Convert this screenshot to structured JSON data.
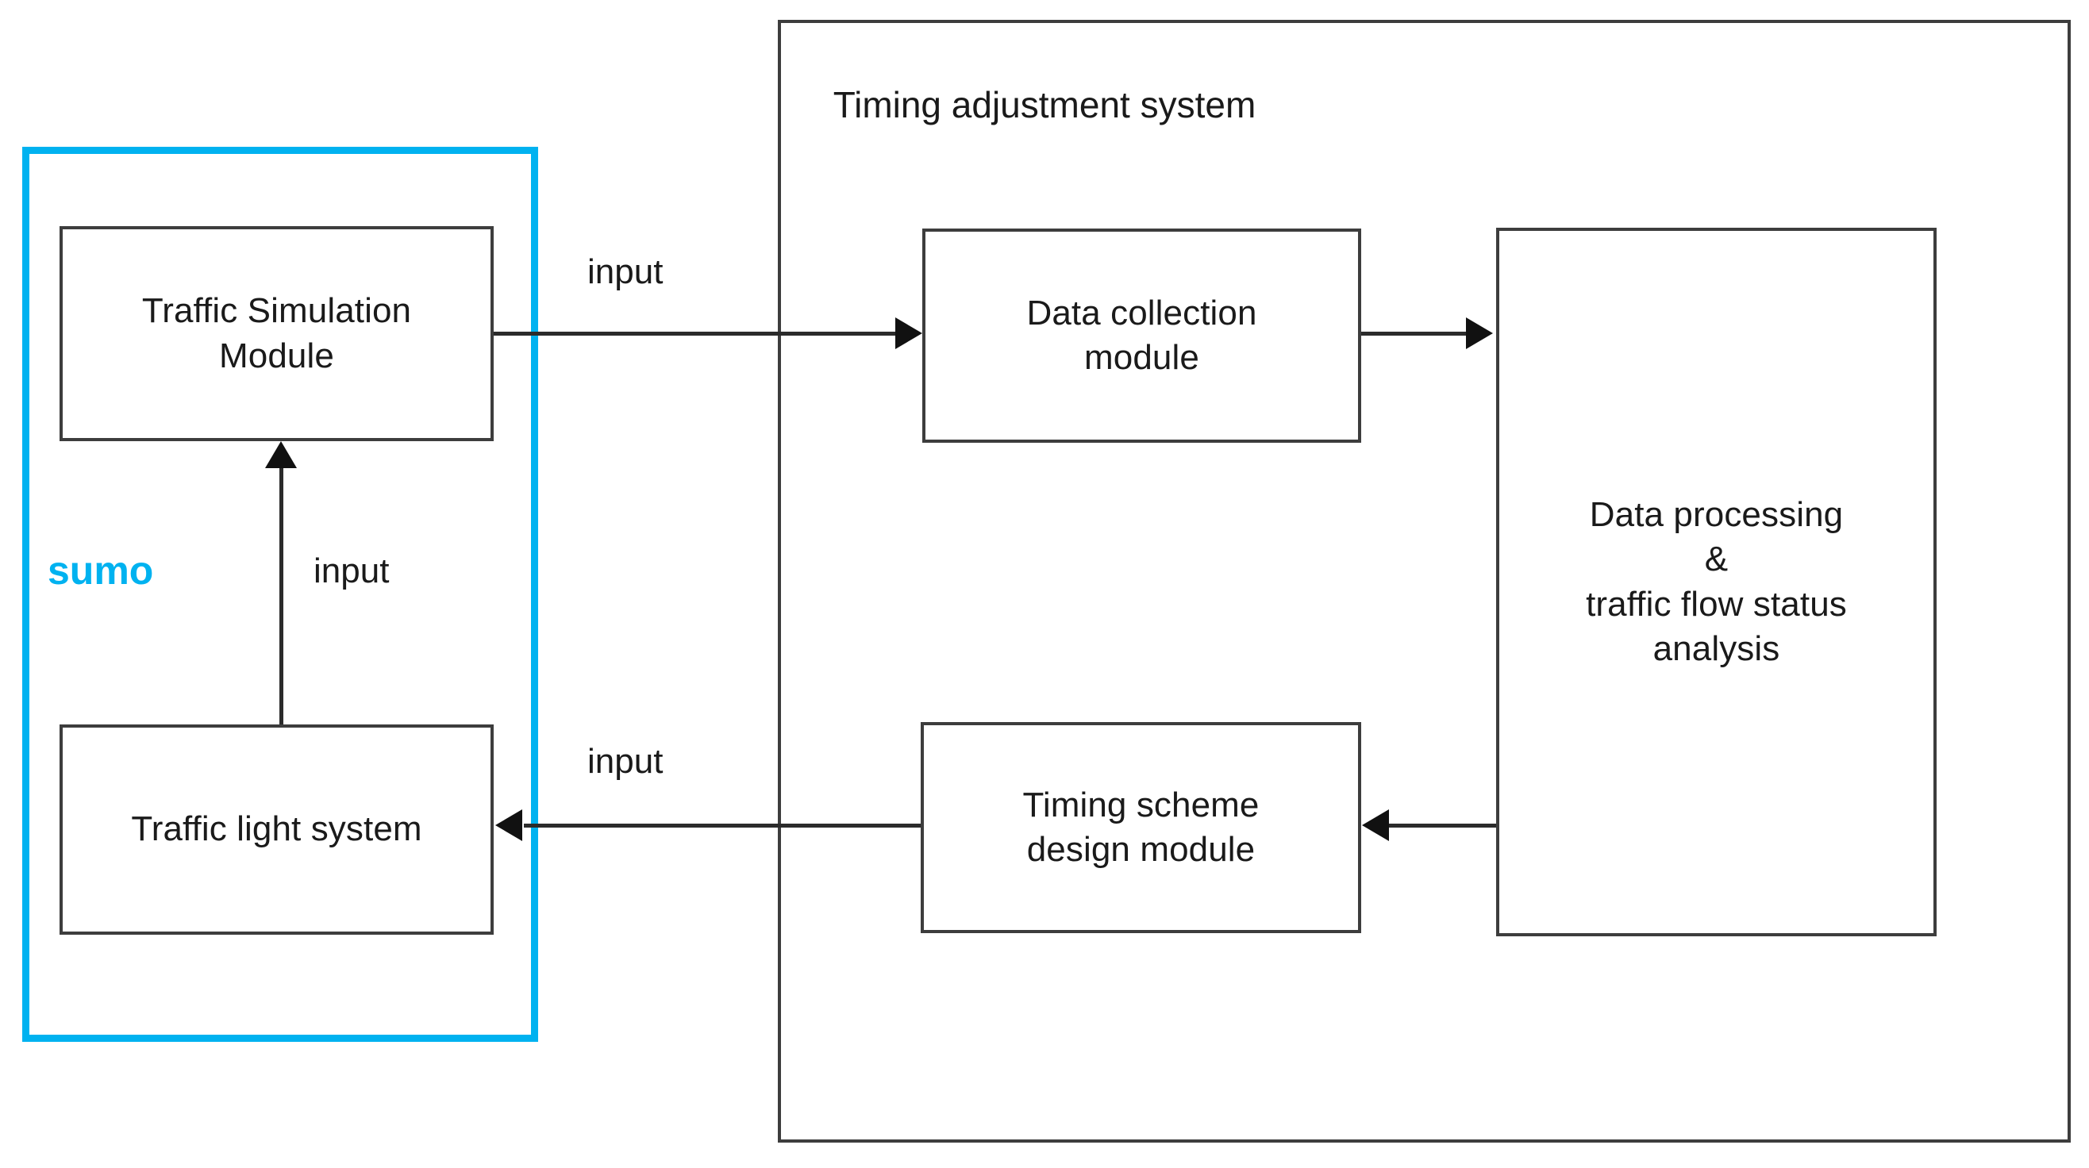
{
  "diagram": {
    "title": "Timing adjustment system",
    "type": "block-diagram",
    "background_color": "#ffffff",
    "accent_color": "#00b2f0",
    "line_color": "#2b2b2b",
    "containers": [
      {
        "id": "sumo-container",
        "label": "sumo",
        "border_color": "#00b2f0",
        "contains": [
          "Traffic Simulation Module",
          "Traffic light system"
        ]
      },
      {
        "id": "system-container",
        "label": "Timing adjustment system",
        "border_color": "#3d3d3d",
        "contains": [
          "Data collection module",
          "Data processing\n&\ntraffic flow status\nanalysis",
          "Timing scheme design module"
        ]
      }
    ],
    "nodes": [
      {
        "id": "traffic-simulation-module",
        "label": "Traffic Simulation\nModule"
      },
      {
        "id": "traffic-light-system",
        "label": "Traffic light system"
      },
      {
        "id": "data-collection-module",
        "label": "Data collection\nmodule"
      },
      {
        "id": "data-processing-module",
        "label": "Data processing\n&\ntraffic flow status\nanalysis"
      },
      {
        "id": "timing-scheme-module",
        "label": "Timing scheme\ndesign module"
      }
    ],
    "edges": [
      {
        "from": "traffic-simulation-module",
        "to": "data-collection-module",
        "label": "input",
        "direction": "right"
      },
      {
        "from": "data-collection-module",
        "to": "data-processing-module",
        "label": "",
        "direction": "right"
      },
      {
        "from": "data-processing-module",
        "to": "timing-scheme-module",
        "label": "",
        "direction": "left"
      },
      {
        "from": "timing-scheme-module",
        "to": "traffic-light-system",
        "label": "input",
        "direction": "left"
      },
      {
        "from": "traffic-light-system",
        "to": "traffic-simulation-module",
        "label": "input",
        "direction": "up"
      }
    ],
    "edge_labels": {
      "input_top": "input",
      "input_middle": "input",
      "input_bottom": "input"
    }
  }
}
